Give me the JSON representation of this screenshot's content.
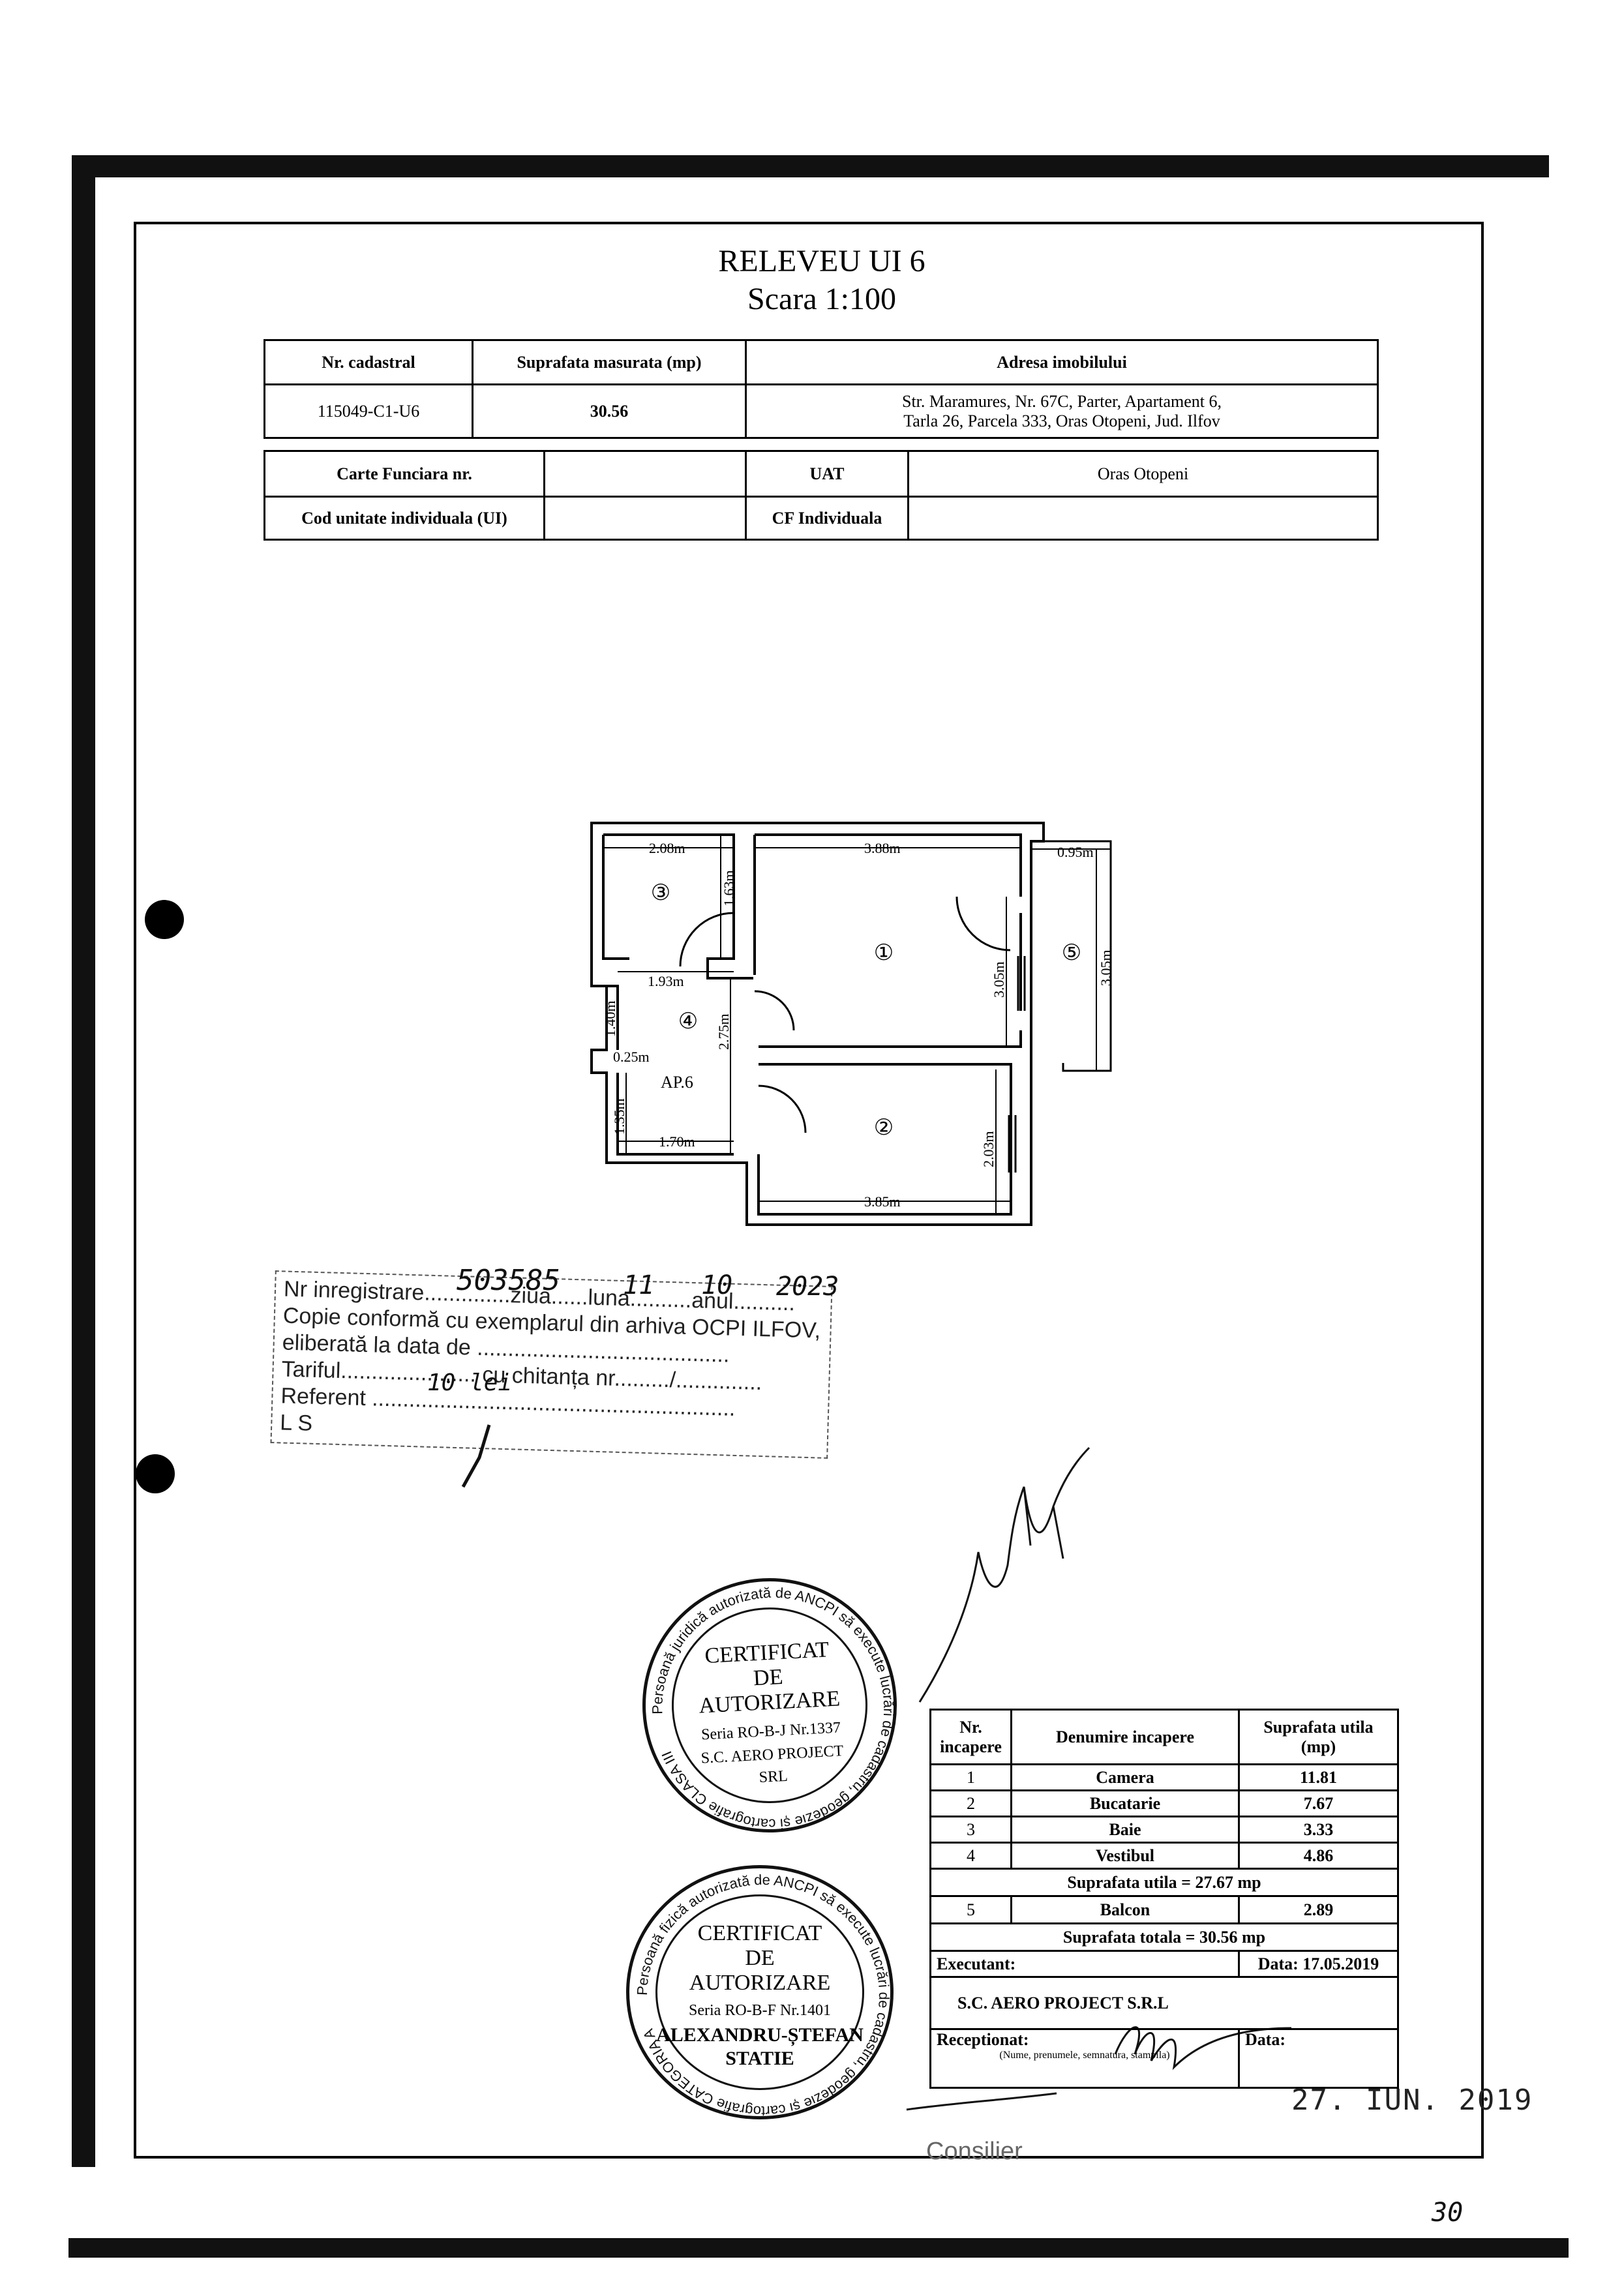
{
  "title": "RELEVEU UI 6",
  "scale": "Scara 1:100",
  "header_table": {
    "col1_label": "Nr. cadastral",
    "col2_label": "Suprafata masurata (mp)",
    "col3_label": "Adresa imobilului",
    "cadastral_nr": "115049-C1-U6",
    "measured_area": "30.56",
    "address_line1": "Str. Maramures, Nr. 67C, Parter, Apartament 6,",
    "address_line2": "Tarla 26, Parcela 333, Oras Otopeni, Jud. Ilfov"
  },
  "info_table": {
    "carte_funciara_label": "Carte Funciara nr.",
    "carte_funciara_value": "",
    "uat_label": "UAT",
    "uat_value": "Oras Otopeni",
    "cod_ui_label": "Cod unitate individuala (UI)",
    "cod_ui_value": "",
    "cf_individuala_label": "CF Individuala",
    "cf_individuala_value": ""
  },
  "plan": {
    "apartment_label": "AP.6",
    "room_numbers": [
      "①",
      "②",
      "③",
      "④",
      "⑤"
    ],
    "dimensions": {
      "d208": "2.08m",
      "d163": "1.63m",
      "d388": "3.88m",
      "d095": "0.95m",
      "d305a": "3.05m",
      "d305b": "3.05m",
      "d193": "1.93m",
      "d140": "1.40m",
      "d275": "2.75m",
      "d025": "0.25m",
      "d135": "1.35m",
      "d170": "1.70m",
      "d203": "2.03m",
      "d385": "3.85m"
    }
  },
  "ocpi_stamp": {
    "line1": "Nr   inregistrare..............ziua......luna..........anul..........",
    "line2": "Copie conformă cu exemplarul din arhiva OCPI ILFOV,",
    "line3": "eliberată  la  data  de  .........................................",
    "line4": "Tariful...................... cu  chitanța  nr........./..............",
    "line5": "Referent  ...........................................................",
    "line6": "L S",
    "hw_nr": "503585",
    "hw_day": "11",
    "hw_month": "10",
    "hw_year": "2023",
    "hw_tarif": "10 lei"
  },
  "seal1": {
    "ring_text": "Persoană juridică autorizată de ANCPI să execute lucrări de cadastru, geodezie și cartografie  CLASA III",
    "l1": "CERTIFICAT",
    "l2": "DE",
    "l3": "AUTORIZARE",
    "l4": "Seria RO-B-J Nr.1337",
    "l5": "S.C. AERO PROJECT",
    "l6": "SRL"
  },
  "seal2": {
    "ring_text": "Persoană fizică autorizată de ANCPI să execute lucrări de cadastru, geodezie și cartografie  CATEGORIA A",
    "l1": "CERTIFICAT",
    "l2": "DE",
    "l3": "AUTORIZARE",
    "l4": "Seria RO-B-F Nr.1401",
    "l5": "ALEXANDRU-ȘTEFAN",
    "l6": "STATIE"
  },
  "rooms_table": {
    "h_nr": "Nr. incapere",
    "h_name": "Denumire incapere",
    "h_area": "Suprafata utila (mp)",
    "rows": [
      {
        "nr": "1",
        "name": "Camera",
        "area": "11.81"
      },
      {
        "nr": "2",
        "name": "Bucatarie",
        "area": "7.67"
      },
      {
        "nr": "3",
        "name": "Baie",
        "area": "3.33"
      },
      {
        "nr": "4",
        "name": "Vestibul",
        "area": "4.86"
      }
    ],
    "util_total": "Suprafata utila = 27.67 mp",
    "balcony": {
      "nr": "5",
      "name": "Balcon",
      "area": "2.89"
    },
    "grand_total": "Suprafata totala = 30.56 mp",
    "executant_label": "Executant:",
    "data_label": "Data: 17.05.2019",
    "executant_name": "S.C. AERO PROJECT S.R.L",
    "receptionat_label": "Receptionat:",
    "receptionat_hint": "(Nume, prenumele, semnatura, stampila)",
    "data2_label": "Data:",
    "stamp_date": "27. IUN. 2019"
  },
  "bottom_note": "Consilier",
  "page_number": "30"
}
